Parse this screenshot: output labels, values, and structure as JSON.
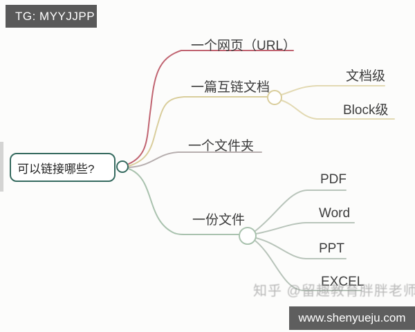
{
  "badge": {
    "text": "TG: MYYJJPP",
    "bg": "#595959"
  },
  "watermark": {
    "text": "知乎 @留趣教育胖胖老师"
  },
  "footer": {
    "website": "www.shenyueju.com",
    "bg": "#5e5e5e"
  },
  "mindmap": {
    "root": {
      "label": "可以链接哪些?",
      "color": "#356a5f"
    },
    "branches": [
      {
        "label": "一个网页（URL）",
        "color": "#c06370",
        "children": []
      },
      {
        "label": "一篇互链文档",
        "color": "#d9cd9b",
        "child_color": "#e2d9b2",
        "children": [
          {
            "label": "文档级"
          },
          {
            "label": "Block级"
          }
        ]
      },
      {
        "label": "一个文件夹",
        "color": "#b6aeae",
        "children": []
      },
      {
        "label": "一份文件",
        "color": "#a9c2ae",
        "child_color": "#b8c4ba",
        "children": [
          {
            "label": "PDF"
          },
          {
            "label": "Word"
          },
          {
            "label": "PPT"
          },
          {
            "label": "EXCEL"
          }
        ]
      }
    ]
  }
}
